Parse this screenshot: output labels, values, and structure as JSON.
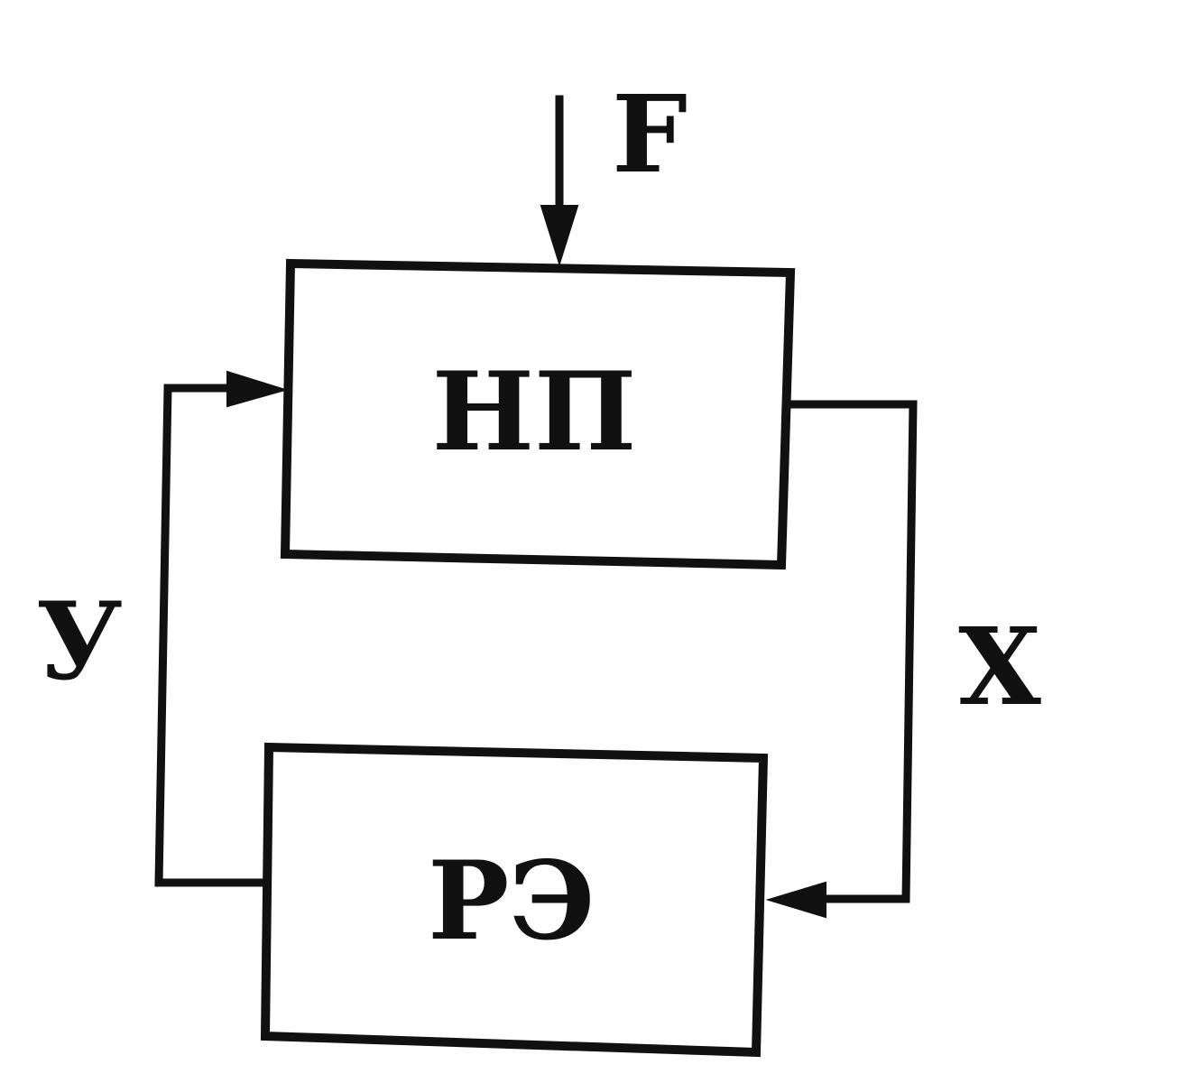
{
  "blocks": {
    "top": {
      "label": "НП"
    },
    "bottom": {
      "label": "РЭ"
    }
  },
  "signals": {
    "disturbance": {
      "label": "F"
    },
    "control": {
      "label": "У"
    },
    "output": {
      "label": "X"
    }
  },
  "colors": {
    "ink": "#111111",
    "background": "#ffffff"
  }
}
